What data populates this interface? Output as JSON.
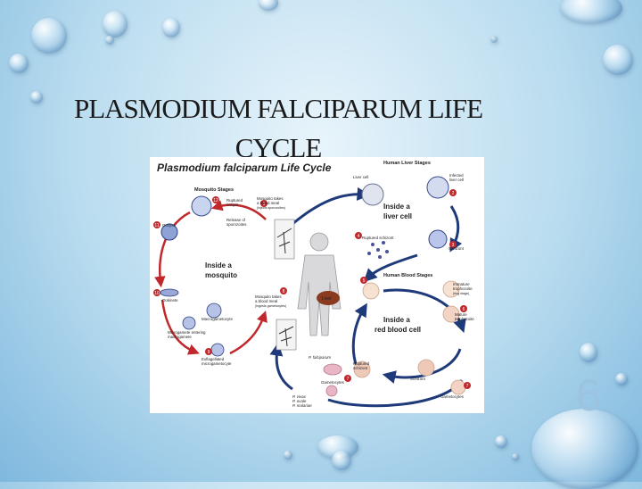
{
  "title": {
    "line1": "PLASMODIUM FALCIPARUM LIFE",
    "line2": "CYCLE"
  },
  "slide_number": "6",
  "diagram": {
    "heading": "Plasmodium falciparum Life Cycle",
    "mosquito_stages": "Mosquito Stages",
    "human_liver_stages": "Human Liver Stages",
    "human_blood_stages": "Human Blood Stages",
    "inside_mosquito": [
      "Inside a",
      "mosquito"
    ],
    "inside_liver": [
      "Inside a",
      "liver cell"
    ],
    "inside_rbc": [
      "Inside a",
      "red blood cell"
    ],
    "liver_organ": "Liver",
    "labels": {
      "ruptured_oocyst": [
        "Ruptured",
        "oocyst"
      ],
      "release_sporozoites": [
        "Release of",
        "sporozoites"
      ],
      "mosquito_takes_1": [
        "Mosquito takes",
        "a blood meal",
        "(injects sporozoites)"
      ],
      "oocyst": "Oocyst",
      "ookinete": "Ookinete",
      "macrogametocyte": "Macrogametocyte",
      "microgamete": [
        "Microgamete entering",
        "macrogamete"
      ],
      "exflagellated": [
        "Exflagellated",
        "microgametocyte"
      ],
      "mosquito_takes_8": [
        "Mosquito takes",
        "a blood meal",
        "(ingests gametocytes)"
      ],
      "liver_cell": "Liver cell",
      "infected_liver_cell": [
        "Infected",
        "liver cell"
      ],
      "ruptured_schizont": "Ruptured schizont",
      "schizont": "Schizont",
      "immature_trophozoite": [
        "Immature",
        "trophozoite",
        "(ring stage)"
      ],
      "mature_trophozoite": [
        "Mature",
        "trophozoite"
      ],
      "schizont_blood": "Schizont",
      "ruptured_schizont_blood": [
        "Ruptured",
        "schizont"
      ],
      "gametocytes_blood": "Gametocytes",
      "p_falciparum": "P. falciparum",
      "gametocytes_left": "Gametocytes",
      "p_others": [
        "P. vivax",
        "P. ovale",
        "P. malariae"
      ]
    },
    "step_numbers": [
      "1",
      "2",
      "3",
      "4",
      "5",
      "6",
      "7",
      "8",
      "9",
      "10",
      "11",
      "12"
    ]
  }
}
